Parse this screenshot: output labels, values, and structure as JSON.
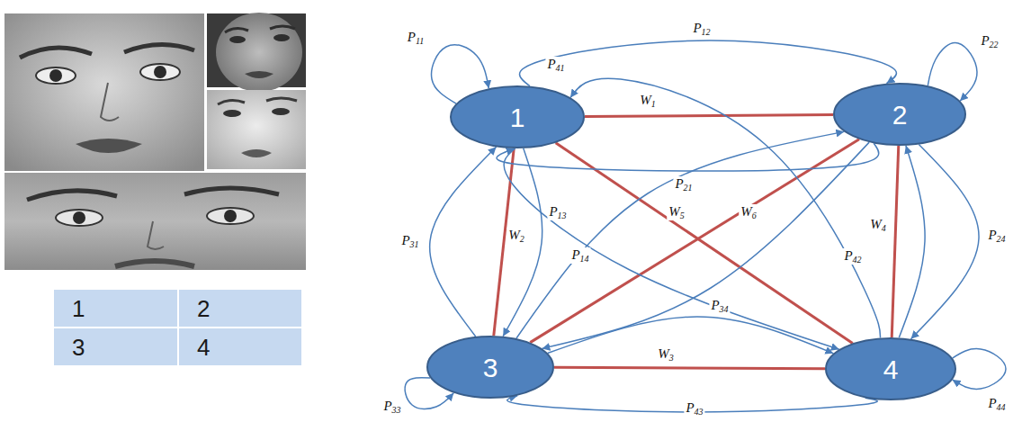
{
  "diagram": {
    "nodes": [
      {
        "text": [
          "1"
        ]
      },
      {
        "text": [
          "2"
        ]
      },
      {
        "text": [
          "3"
        ]
      },
      {
        "text": [
          "4"
        ]
      }
    ],
    "edges": [
      {
        "from": 0,
        "to": 1,
        "arrow": "none",
        "label": "W1"
      },
      {
        "from": 0,
        "to": 2,
        "arrow": "none",
        "label": "W2"
      },
      {
        "from": 2,
        "to": 3,
        "arrow": "none",
        "label": "W3"
      },
      {
        "from": 1,
        "to": 3,
        "arrow": "none",
        "label": "W4"
      },
      {
        "from": 0,
        "to": 3,
        "arrow": "none",
        "label": "W5"
      },
      {
        "from": 1,
        "to": 2,
        "arrow": "none",
        "label": "W6"
      },
      {
        "from": 0,
        "to": 0,
        "arrow": "to",
        "label": "P11"
      },
      {
        "from": 0,
        "to": 1,
        "arrow": "to",
        "label": "P12"
      },
      {
        "from": 0,
        "to": 2,
        "arrow": "to",
        "label": "P13"
      },
      {
        "from": 0,
        "to": 3,
        "arrow": "to",
        "label": "P14"
      },
      {
        "from": 1,
        "to": 0,
        "arrow": "to",
        "label": "P21"
      },
      {
        "from": 1,
        "to": 1,
        "arrow": "to",
        "label": "P22"
      },
      {
        "from": 1,
        "to": 3,
        "arrow": "to",
        "label": "P24"
      },
      {
        "from": 2,
        "to": 0,
        "arrow": "to",
        "label": "P31"
      },
      {
        "from": 2,
        "to": 2,
        "arrow": "to",
        "label": "P33"
      },
      {
        "from": 2,
        "to": 3,
        "arrow": "to",
        "label": "P34"
      },
      {
        "from": 3,
        "to": 0,
        "arrow": "to",
        "label": "P41"
      },
      {
        "from": 3,
        "to": 1,
        "arrow": "to",
        "label": "P42"
      },
      {
        "from": 3,
        "to": 2,
        "arrow": "to",
        "label": "P43"
      },
      {
        "from": 3,
        "to": 3,
        "arrow": "to",
        "label": "P44"
      },
      {
        "from": 1,
        "to": 2,
        "arrow": "to"
      },
      {
        "from": 2,
        "to": 1,
        "arrow": "to"
      }
    ],
    "labels": [
      "1",
      "2",
      "3",
      "4"
    ]
  }
}
